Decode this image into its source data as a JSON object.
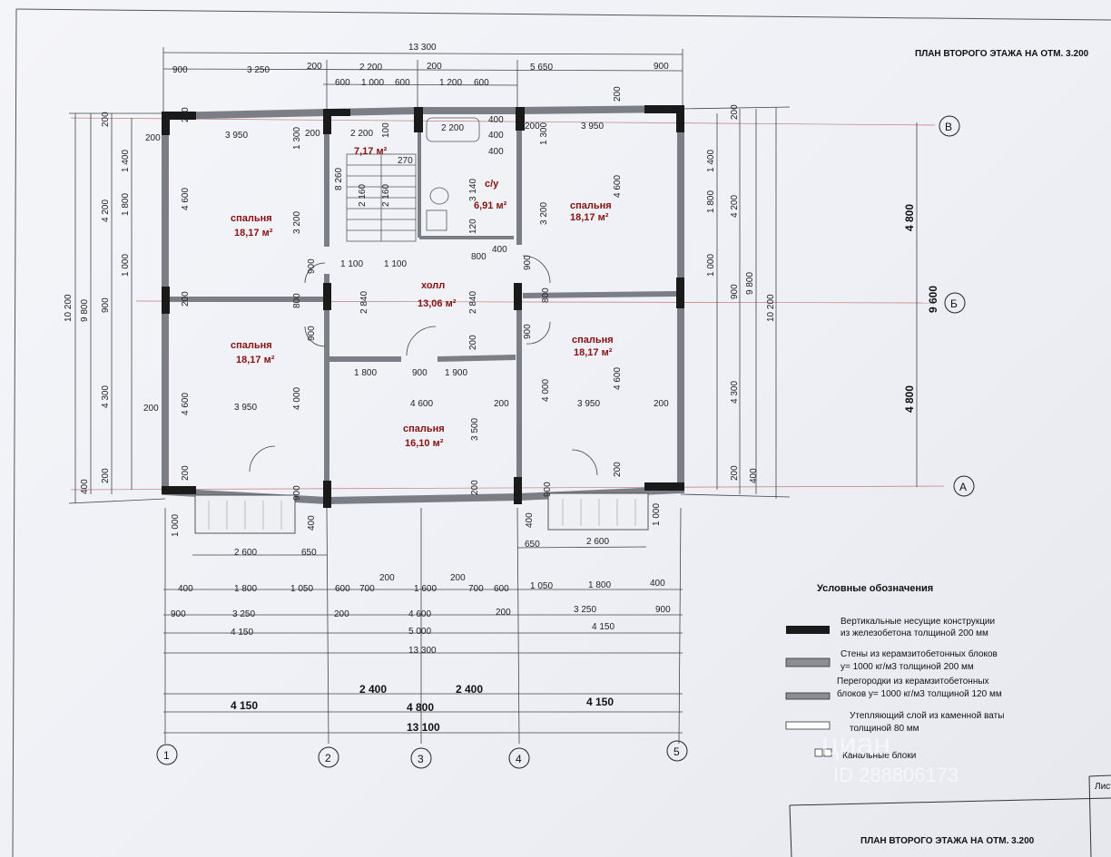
{
  "title": "ПЛАН ВТОРОГО ЭТАЖА НА ОТМ. 3.200",
  "stamp_title": "ПЛАН ВТОРОГО ЭТАЖА НА ОТМ. 3.200",
  "sheet_label": "Лист",
  "rooms": [
    {
      "name": "спальня",
      "area": "18,17 м²"
    },
    {
      "name": "спальня",
      "area": "18,17 м²"
    },
    {
      "name": "спальня",
      "area": "18,17 м²"
    },
    {
      "name": "спальня",
      "area": "18,17 м²"
    },
    {
      "name": "спальня",
      "area": "16,10 м²"
    },
    {
      "name": "холл",
      "area": "13,06 м²"
    },
    {
      "name": "с/у",
      "area": "6,91 м²"
    },
    {
      "name": "",
      "area": "7,17 м²"
    }
  ],
  "axes": {
    "vertical": [
      "1",
      "2",
      "3",
      "4",
      "5"
    ],
    "horizontal": [
      "В",
      "Б",
      "А"
    ]
  },
  "dims_top": {
    "total": "13 300",
    "row1": [
      "900",
      "3 250",
      "200",
      "2 200",
      "200",
      "5 650",
      "900"
    ],
    "row2": [
      "600",
      "1 000",
      "600",
      "1 200",
      "600"
    ]
  },
  "dims_bottom": {
    "row_a": [
      "2 600",
      "650",
      "650",
      "2 600"
    ],
    "row_b": [
      "400",
      "1 800",
      "1 050",
      "600",
      "700",
      "200",
      "1 600",
      "200",
      "700",
      "600",
      "1 050",
      "1 800",
      "400"
    ],
    "row_c": [
      "900",
      "3 250",
      "200",
      "4 600",
      "200",
      "3 250",
      "900"
    ],
    "row_d": [
      "4 150",
      "5 000",
      "4 150"
    ],
    "total": "13 300",
    "axes_row": [
      "2 400",
      "2 400"
    ],
    "axes_row2": [
      "4 150",
      "4 800",
      "4 150"
    ],
    "axes_total": "13 100"
  },
  "dims_left": {
    "outer": "10 200",
    "mid": "9 800",
    "parts": [
      "4 200",
      "900",
      "4 300"
    ],
    "small": [
      "200",
      "1 400",
      "1 800",
      "1 000",
      "400",
      "200"
    ]
  },
  "dims_right": {
    "outer": "10 200",
    "mid": "9 800",
    "axis_total": "9 600",
    "axis_parts": [
      "4 800",
      "4 800"
    ],
    "parts": [
      "4 200",
      "900",
      "4 300"
    ],
    "small": [
      "200",
      "1 400",
      "1 800",
      "1 000",
      "400",
      "200"
    ]
  },
  "inner_dims": {
    "bed_top_left": [
      "3 950",
      "4 600",
      "3 200",
      "1 300",
      "200",
      "200"
    ],
    "bed_bottom_left": [
      "3 950",
      "4 600",
      "4 000",
      "200",
      "200"
    ],
    "stair": [
      "2 200",
      "100",
      "8 260",
      "2 160",
      "2 160",
      "270"
    ],
    "wc": [
      "2 200",
      "400",
      "400",
      "400",
      "3 140",
      "120",
      "400"
    ],
    "bed_top_right": [
      "3 950",
      "4 600",
      "3 200",
      "1 300",
      "200",
      "200"
    ],
    "bed_bottom_right": [
      "3 950",
      "4 600",
      "4 000",
      "200",
      "200"
    ],
    "hall": [
      "1 100",
      "1 100",
      "2 840",
      "2 840",
      "800",
      "900",
      "900",
      "900",
      "900",
      "800",
      "800",
      "200"
    ],
    "bed_center": [
      "1 800",
      "900",
      "1 900",
      "4 600",
      "3 500",
      "200",
      "200",
      "200",
      "200"
    ],
    "balcony": [
      "1 000",
      "400",
      "900",
      "1 000",
      "400",
      "900"
    ]
  },
  "legend": {
    "title": "Условные обозначения",
    "items": [
      {
        "lines": [
          "Вертикальные несущие конструкции",
          "из железобетона толщиной 200 мм"
        ],
        "swatch": "#1a1a1a"
      },
      {
        "lines": [
          "Стены  из керамзитобетонных  блоков",
          "у= 1000 кг/м3 толщиной 200 мм"
        ],
        "swatch": "#8a8d92"
      },
      {
        "lines": [
          "Перегородки из керамзитобетонных",
          "блоков  у= 1000 кг/м3 толщиной 120 мм"
        ],
        "swatch": "#8a8d92"
      },
      {
        "lines": [
          "Утепляющий слой из каменной ваты",
          "толщиной 80 мм"
        ],
        "swatch": "#ffffff"
      },
      {
        "lines": [
          "Канальные блоки"
        ],
        "swatch": "#ffffff"
      }
    ]
  },
  "watermark": {
    "brand": "циан",
    "id": "ID 288806173"
  },
  "colors": {
    "load_bearing": "#1a1a1a",
    "wall": "#8a8d92",
    "room_text": "#8a1010"
  }
}
